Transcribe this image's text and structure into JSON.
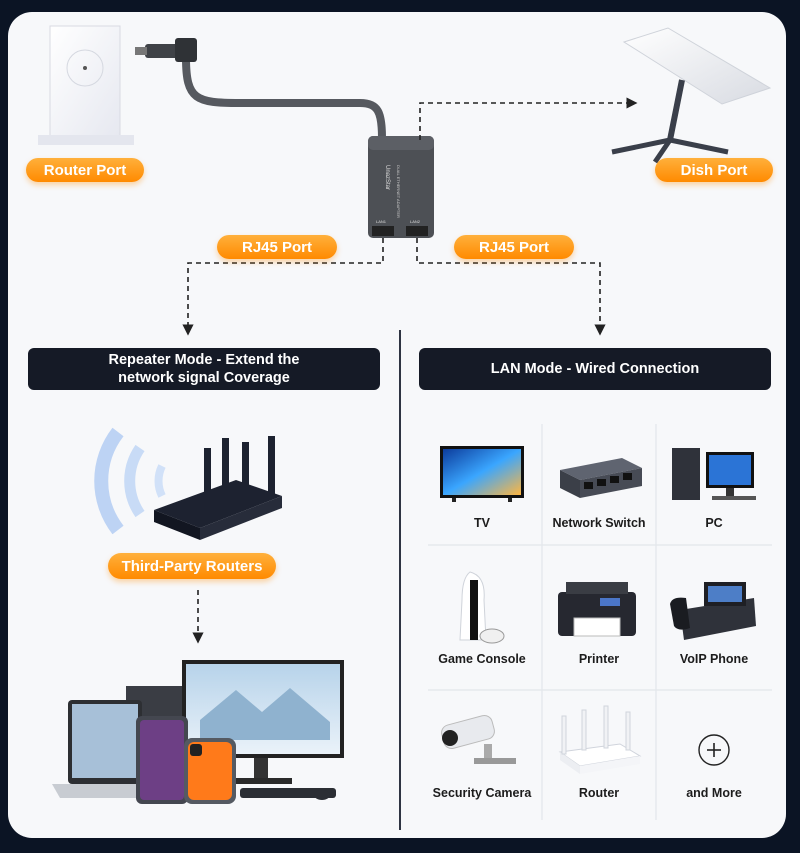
{
  "top": {
    "router_port": "Router Port",
    "dish_port": "Dish Port",
    "rj45_left": "RJ45 Port",
    "rj45_right": "RJ45 Port"
  },
  "adapter": {
    "brand": "UnazStar",
    "product": "DUAL ETHERNET ADAPTER",
    "lan1": "LAN1",
    "lan2": "LAN2"
  },
  "repeater": {
    "banner_line1": "Repeater Mode - Extend the",
    "banner_line2": "network signal Coverage",
    "third_party": "Third-Party Routers"
  },
  "lan": {
    "banner": "LAN Mode - Wired Connection",
    "devices": [
      "TV",
      "Network Switch",
      "PC",
      "Game Console",
      "Printer",
      "VoIP Phone",
      "Security Camera",
      "Router",
      "and More"
    ]
  },
  "colors": {
    "orange": "#ff9a1f",
    "banner": "#151a26",
    "background": "#0b1424"
  }
}
